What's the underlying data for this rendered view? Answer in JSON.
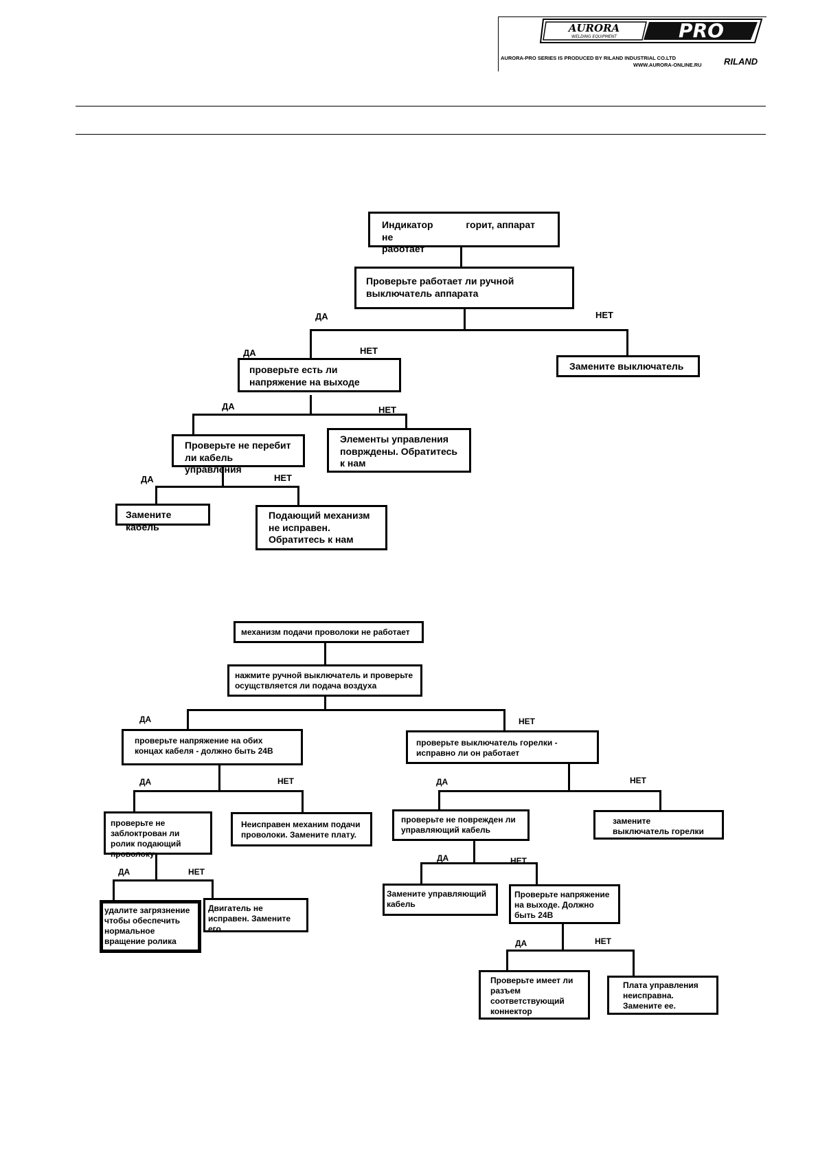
{
  "header": {
    "logo_main": "AURORA",
    "logo_sub": "WELDING EQUIPMENT",
    "logo_pro": "PRO",
    "produced_by": "AURORA-PRO SERIES IS PRODUCED BY RILAND INDUSTRIAL CO.LTD",
    "website": "WWW.AURORA-ONLINE.RU",
    "riland": "RILAND"
  },
  "flow1": {
    "n1": {
      "l1": "Индикатор",
      "l2": "горит, аппарат не",
      "l3": "работает"
    },
    "n2": "Проверьте работает ли ручной выключатель аппарата",
    "n3": "Замените выключатель",
    "n4": "проверьте есть ли напряжение на выходе",
    "n5": "Проверьте не перебит ли кабель управления",
    "n6": "Элементы управления поврждены. Обратитесь к нам",
    "n7": "Замените кабель",
    "n8": "Подающий механизм не исправен. Обратитесь к нам",
    "yes": "ДА",
    "no": "НЕТ"
  },
  "flow2": {
    "n1": "механизм подачи проволоки не работает",
    "n2": "нажмите ручной выключатель и проверьте осущствляется ли подача воздуха",
    "n3": "проверьте напряжение на обих концах кабеля  - должно быть 24В",
    "n4": "проверьте выключатель горелки - исправно ли он работает",
    "n5": "проверьте не заблоктрован ли ролик подающий проволоку",
    "n6": "Неисправен механим подачи проволоки. Замените плату.",
    "n7": "проверьте не поврежден ли управляющий кабель",
    "n8": "замените выключатель горелки",
    "n9": "удалите загрязнение чтобы обеспечить нормальное вращение ролика",
    "n10": "Двигатель не исправен. Замените его",
    "n11": "Замените управляющий кабель",
    "n12": "Проверьте напряжение на выходе. Должно быть 24В",
    "n13": "Проверьте имеет ли разъем соответствующий коннектор",
    "n14": "Плата управления неисправна. Замените ее.",
    "yes": "ДА",
    "no": "НЕТ"
  }
}
